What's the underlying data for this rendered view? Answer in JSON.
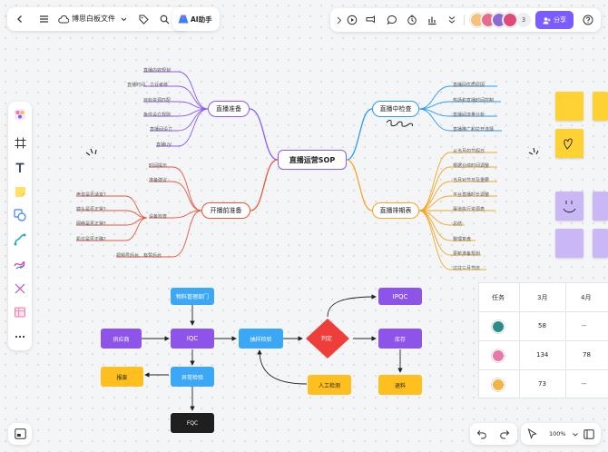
{
  "topbar": {
    "doc_title": "博思白板文件",
    "ai_label": "AI助手",
    "collaborator_count": "3",
    "share_label": "分享"
  },
  "mindmap": {
    "root": "直播运营SOP",
    "b1": {
      "label": "直播准备",
      "leaves": [
        "直播内容规划",
        "直播时间、立业考核",
        "目标资源匹配",
        "条件设立规则",
        "直播间设立",
        "直播UV"
      ]
    },
    "b2": {
      "label": "开播前准备",
      "leaves": [
        "时间提示",
        "准备建议",
        "设备检查",
        "视频号后台、有赞后台"
      ],
      "sub": [
        "声音是否适宜?",
        "镜头是否正常?",
        "网络是否正常?",
        "机位是否正确?"
      ]
    },
    "b3": {
      "label": "直播中检查",
      "leaves": [
        "直播间优质原因",
        "热场和直播时间控制",
        "直播间流量分析",
        "直播推广和拉开选择"
      ]
    },
    "b4": {
      "label": "直播排期表",
      "leaves": [
        "从当月的节假日",
        "根据业绩时间调整",
        "当月对节日及重要",
        "平台直播时长调整",
        "渠道执行资源表",
        "总结",
        "整理复盘",
        "更新准备规划",
        "过往三月节庆"
      ]
    }
  },
  "flow": {
    "n_material": "物料管理部门",
    "n_supplier": "供应商",
    "n_iqc": "IQC",
    "n_sample": "抽样检验",
    "n_judge": "判定",
    "n_ipqc": "IPQC",
    "n_ship": "库存",
    "n_return": "退料",
    "n_quarantine": "异常检验",
    "n_manual": "人工检测",
    "n_scrap": "报废",
    "n_fqc": "FQC"
  },
  "table": {
    "headers": [
      "任务",
      "3月",
      "4月"
    ],
    "rows": [
      {
        "c3": "58",
        "c4": "--"
      },
      {
        "c3": "134",
        "c4": "78"
      },
      {
        "c3": "73",
        "c4": "--"
      }
    ]
  },
  "bottom": {
    "zoom": "100%"
  },
  "colors": {
    "accent": "#7b5cff",
    "purple_branch": "#8b5cf6",
    "red_branch": "#e8573c",
    "blue_branch": "#2b9bf0",
    "orange_branch": "#f5a623",
    "flow_blue": "#3ca8f5",
    "flow_purple": "#8e54e9",
    "flow_red": "#ef3e3a",
    "flow_yellow": "#ffbf1e",
    "flow_black": "#1f1f1f",
    "sticky_yellow": "#ffd233",
    "sticky_purple": "#c9b8f5"
  }
}
